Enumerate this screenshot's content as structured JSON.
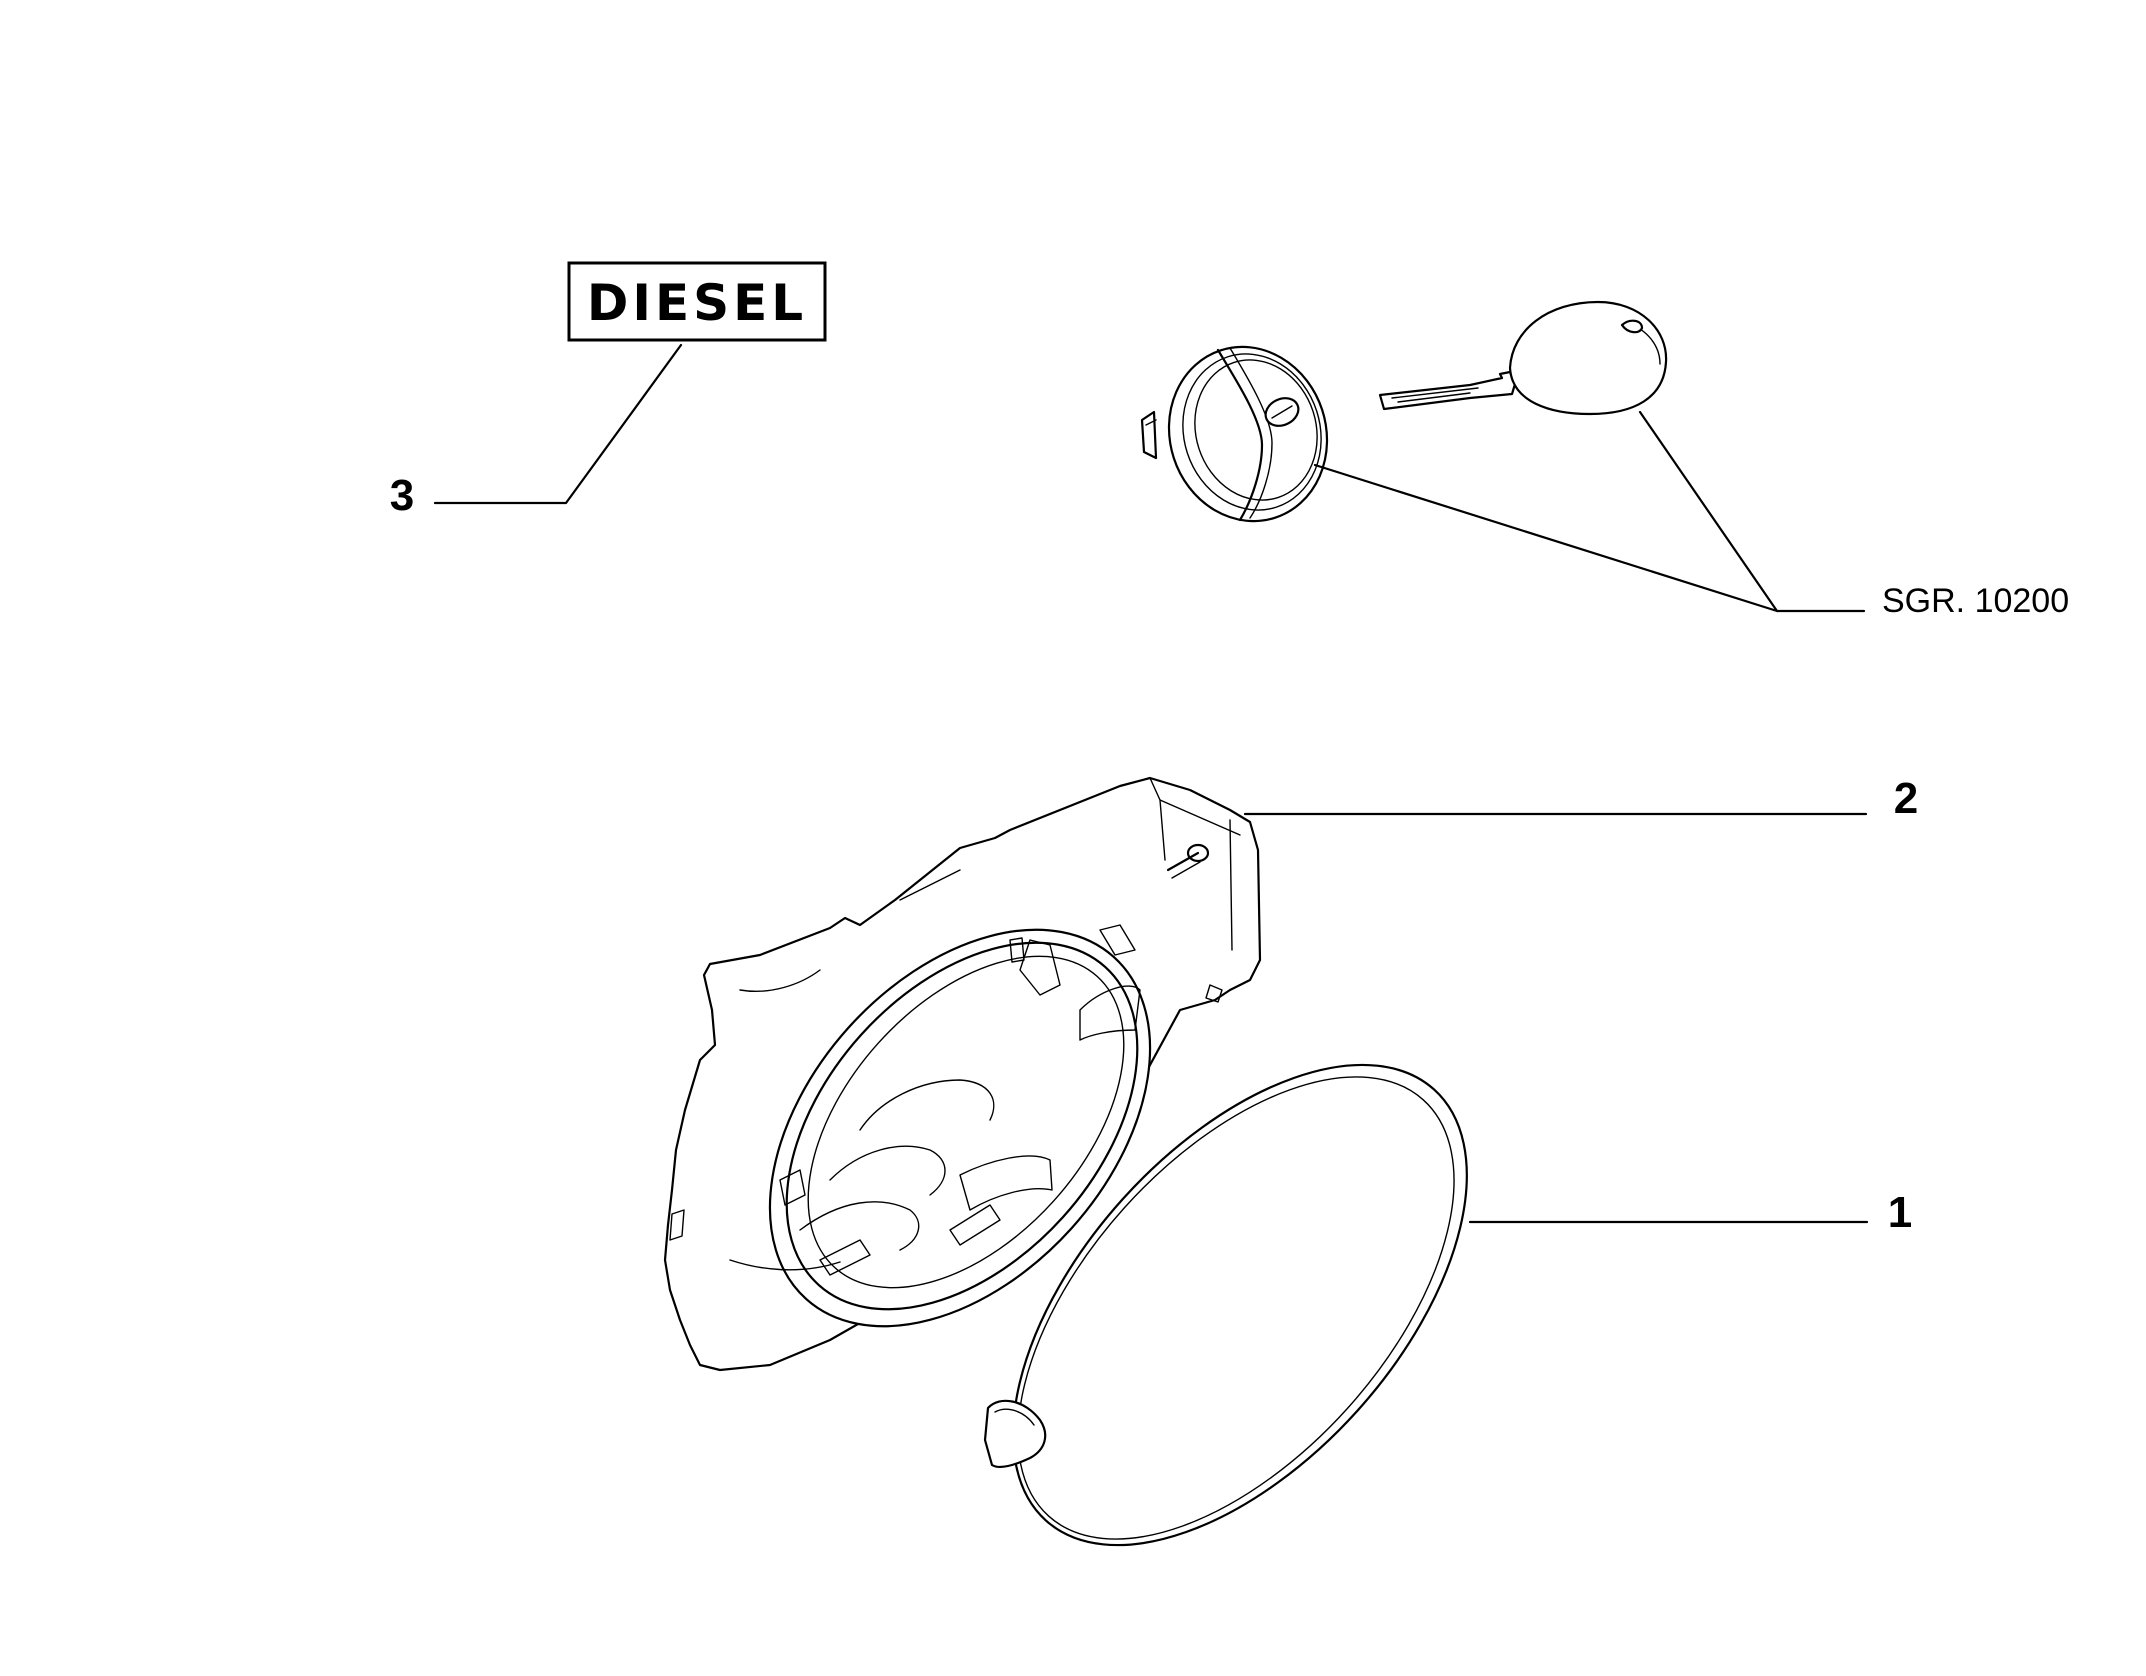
{
  "callouts": {
    "part1": "1",
    "part2": "2",
    "part3": "3"
  },
  "diesel_label": "DIESEL",
  "reference": "SGR. 10200"
}
